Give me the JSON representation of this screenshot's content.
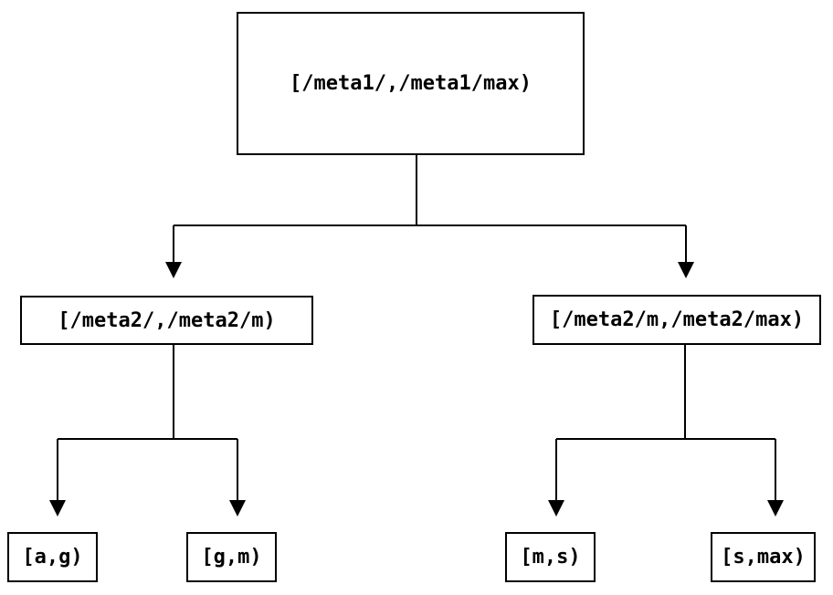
{
  "diagram_type": "interval-partition-tree",
  "colors": {
    "background": "#ffffff",
    "line": "#000000",
    "box_border": "#000000",
    "text": "#000000"
  },
  "tree": {
    "label": "[/meta1/,/meta1/max)",
    "children": [
      {
        "label": "[/meta2/,/meta2/m)",
        "children": [
          {
            "label": "[a,g)"
          },
          {
            "label": "[g,m)"
          }
        ]
      },
      {
        "label": "[/meta2/m,/meta2/max)",
        "children": [
          {
            "label": "[m,s)"
          },
          {
            "label": "[s,max)"
          }
        ]
      }
    ]
  }
}
